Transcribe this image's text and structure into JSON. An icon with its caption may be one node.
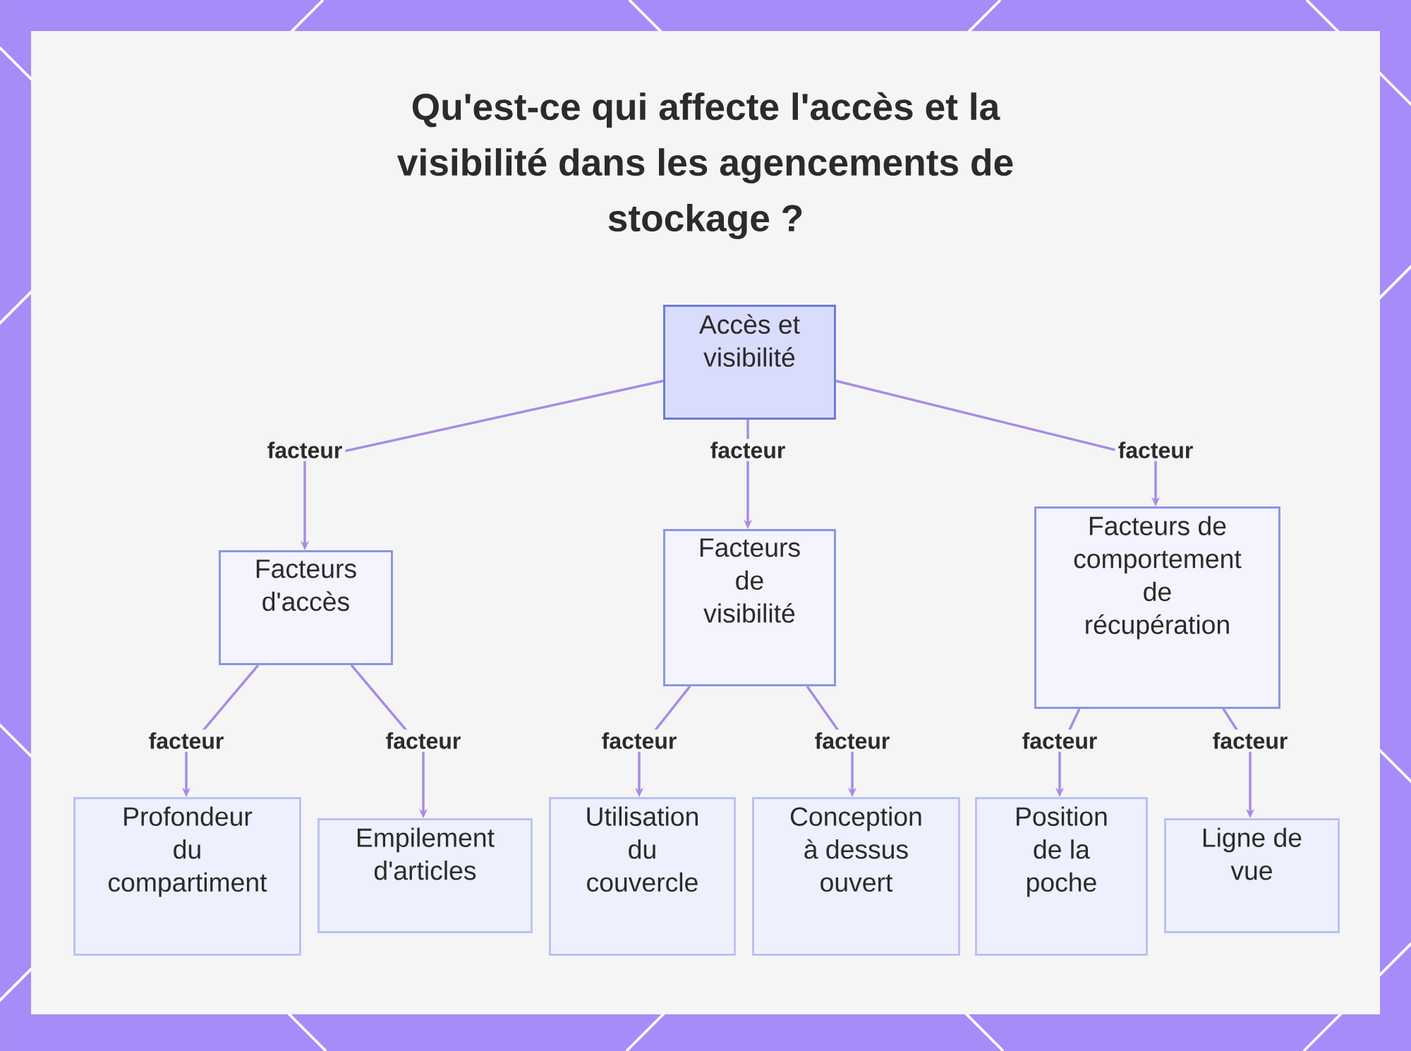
{
  "diagram": {
    "title": "Qu'est-ce qui affecte l'accès et la visibilité dans les agencements de stockage ?",
    "nodes": [
      {
        "text": [
          "Accès et visibilité"
        ]
      },
      {
        "text": [
          "Facteurs d'accès"
        ]
      },
      {
        "text": [
          "Facteurs de visibilité"
        ]
      },
      {
        "text": [
          "Facteurs de comportement de récupération"
        ]
      },
      {
        "text": [
          "Profondeur du compartiment"
        ]
      },
      {
        "text": [
          "Empilement d'articles"
        ]
      },
      {
        "text": [
          "Utilisation du couvercle"
        ]
      },
      {
        "text": [
          "Conception à dessus ouvert"
        ]
      },
      {
        "text": [
          "Position de la poche"
        ]
      },
      {
        "text": [
          "Ligne de vue"
        ]
      }
    ],
    "edges": [
      {
        "from": 0,
        "to": 1,
        "arrow": "to",
        "label": "facteur"
      },
      {
        "from": 0,
        "to": 2,
        "arrow": "to",
        "label": "facteur"
      },
      {
        "from": 0,
        "to": 3,
        "arrow": "to",
        "label": "facteur"
      },
      {
        "from": 1,
        "to": 4,
        "arrow": "to",
        "label": "facteur"
      },
      {
        "from": 1,
        "to": 5,
        "arrow": "to",
        "label": "facteur"
      },
      {
        "from": 2,
        "to": 6,
        "arrow": "to",
        "label": "facteur"
      },
      {
        "from": 2,
        "to": 7,
        "arrow": "to",
        "label": "facteur"
      },
      {
        "from": 3,
        "to": 8,
        "arrow": "to",
        "label": "facteur"
      },
      {
        "from": 3,
        "to": 9,
        "arrow": "to",
        "label": "facteur"
      }
    ]
  }
}
